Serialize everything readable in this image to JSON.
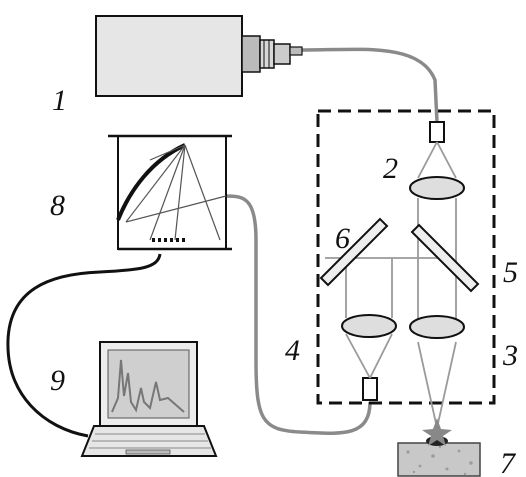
{
  "labels": {
    "n1": "1",
    "n2": "2",
    "n3": "3",
    "n4": "4",
    "n5": "5",
    "n6": "6",
    "n7": "7",
    "n8": "8",
    "n9": "9"
  },
  "colors": {
    "ink": "#111111",
    "fiber": "#8a8a8a",
    "beam": "#9a9a9a",
    "box_fill": "#e6e6e6",
    "lens_fill": "#dedede",
    "mirror_fill": "#eeeeee",
    "screen_fill": "#cfcfcf",
    "sample_fill": "#c8c8c8",
    "spark": "#888888"
  }
}
